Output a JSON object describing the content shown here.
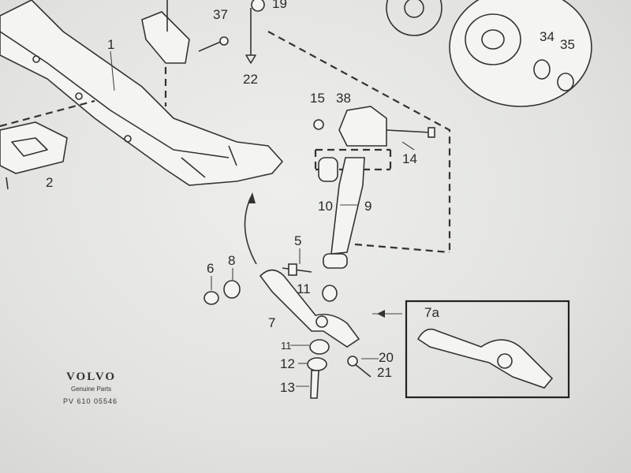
{
  "labels": {
    "p37": "37",
    "p19": "19",
    "p1": "1",
    "p22": "22",
    "p34": "34",
    "p35": "35",
    "p15": "15",
    "p38": "38",
    "p14": "14",
    "p2": "2",
    "p10": "10",
    "p9": "9",
    "p5": "5",
    "p6": "6",
    "p8": "8",
    "p11a": "11",
    "p7": "7",
    "p11b": "11",
    "p12": "12",
    "p13": "13",
    "p20": "20",
    "p21": "21",
    "p7a": "7a"
  },
  "logo": {
    "brand": "VOLVO",
    "sub": "Genuine Parts",
    "code": "PV 610 05546"
  }
}
